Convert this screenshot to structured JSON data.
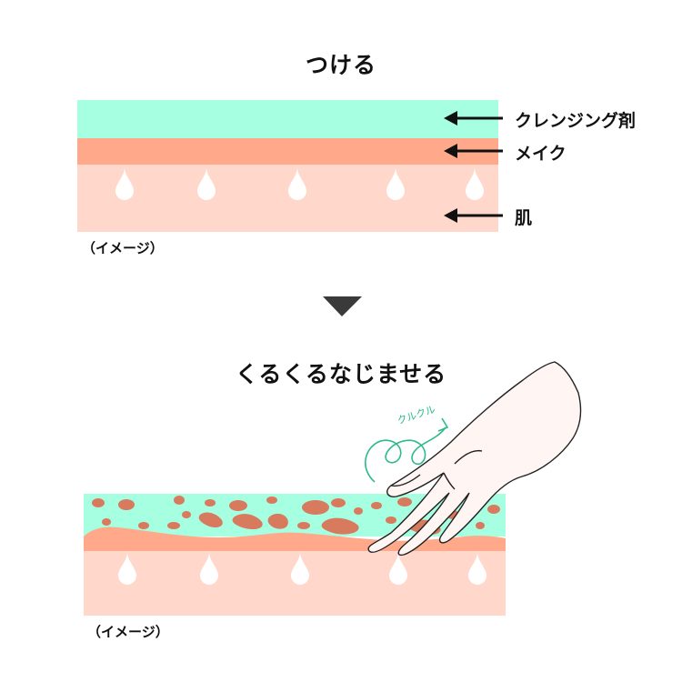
{
  "step1": {
    "title": "つける",
    "caption": "（イメージ）",
    "labels": {
      "cleansing": "クレンジング剤",
      "makeup": "メイク",
      "skin": "肌"
    }
  },
  "step2": {
    "title": "くるくるなじませる",
    "caption": "（イメージ）",
    "motion_text": "クルクル"
  },
  "colors": {
    "cleansing": "#a6ffe0",
    "makeup": "#ffa98a",
    "skin": "#ffd8cb",
    "makeup_blob": "#d77a5e",
    "arrow": "#111111",
    "triangle": "#3a3a3a",
    "swirl": "#2db98d"
  }
}
